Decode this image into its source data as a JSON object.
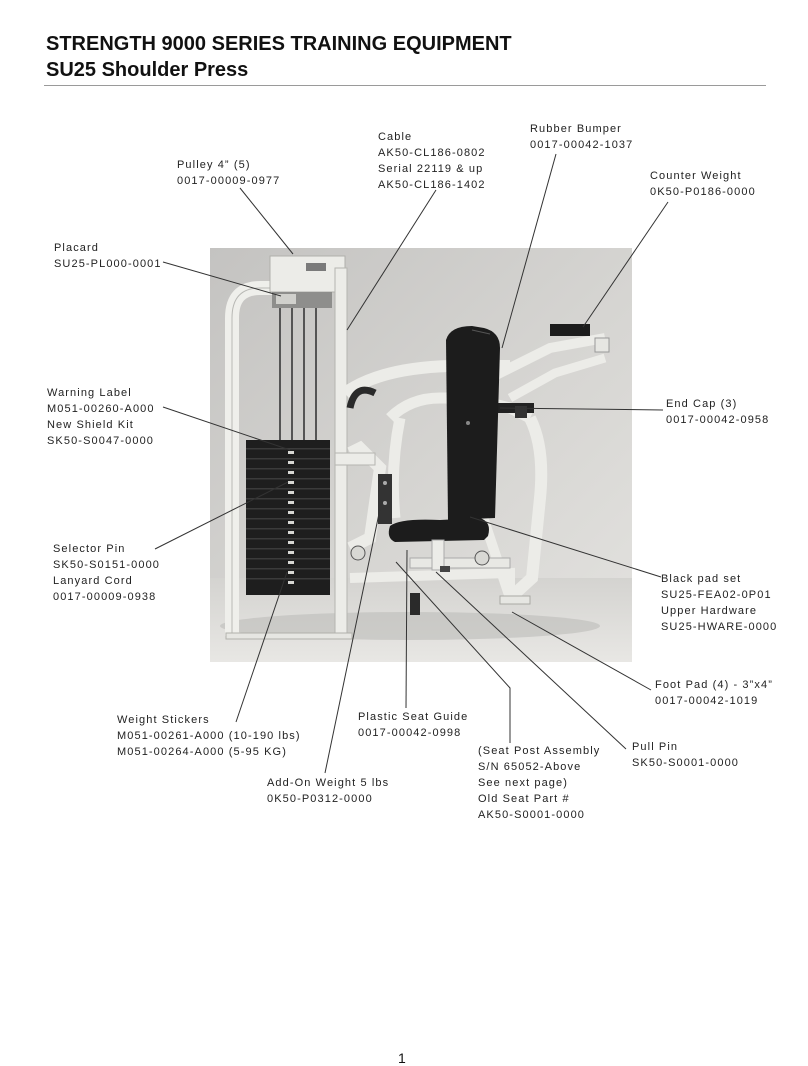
{
  "header": {
    "title": "STRENGTH 9000 SERIES TRAINING EQUIPMENT",
    "subtitle": "SU25 Shoulder Press"
  },
  "callouts": {
    "pulley": [
      "Pulley 4” (5)",
      "0017-00009-0977"
    ],
    "cable": [
      "Cable",
      "AK50-CL186-0802",
      "Serial 22119 & up",
      "AK50-CL186-1402"
    ],
    "rubber_bumper": [
      "Rubber Bumper",
      "0017-00042-1037"
    ],
    "counter_weight": [
      "Counter Weight",
      "0K50-P0186-0000"
    ],
    "placard": [
      "Placard",
      "SU25-PL000-0001"
    ],
    "warning_label": [
      "Warning Label",
      "M051-00260-A000",
      "New Shield Kit",
      "SK50-S0047-0000"
    ],
    "end_cap": [
      "End Cap (3)",
      "0017-00042-0958"
    ],
    "selector_pin": [
      "Selector Pin",
      "SK50-S0151-0000",
      "Lanyard Cord",
      "0017-00009-0938"
    ],
    "black_pad_set": [
      "Black pad set",
      "SU25-FEA02-0P01",
      "Upper Hardware",
      "SU25-HWARE-0000"
    ],
    "foot_pad": [
      "Foot Pad (4)  - 3”x4”",
      "0017-00042-1019"
    ],
    "weight_stickers": [
      "Weight Stickers",
      "M051-00261-A000 (10-190 lbs)",
      "M051-00264-A000 (5-95 KG)"
    ],
    "plastic_seat_guide": [
      "Plastic Seat Guide",
      "0017-00042-0998"
    ],
    "seat_post_assembly": [
      "(Seat Post Assembly",
      "S/N 65052-Above",
      "See next page)",
      "Old Seat Part #",
      "AK50-S0001-0000"
    ],
    "pull_pin": [
      "Pull Pin",
      "SK50-S0001-0000"
    ],
    "add_on_weight": [
      "Add-On Weight 5 lbs",
      "0K50-P0312-0000"
    ]
  },
  "page_number": "1",
  "colors": {
    "photo_background": "#cfcecc",
    "frame": "#ecece8",
    "pad": "#1c1c1c",
    "leader_line": "#333333"
  }
}
